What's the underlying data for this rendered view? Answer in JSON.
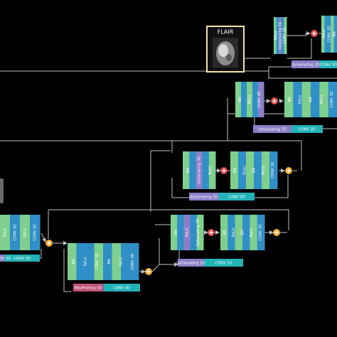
{
  "labels": {
    "bn": "BN",
    "relu": "ReLU",
    "conv": "CONV 3D",
    "upsampling": "UpSampling 3D",
    "maxpooling": "MaxPooling 3D",
    "flair": "FLAIR"
  },
  "colors": {
    "green": "#7fcf8e",
    "blue": "#2f8fc6",
    "purple": "#8a7fc7",
    "teal": "#22b3b8",
    "pink": "#c2547a",
    "plus": "#e04848",
    "add": "#f3a82f",
    "line": "#bfbfbf",
    "flairBorder": "#f3e3a8"
  },
  "blocks": [
    {
      "id": "top-right",
      "seq": [
        "green",
        "blue",
        "purple",
        "blue",
        "green"
      ],
      "text": [
        "relu",
        "upsampling",
        "conv"
      ],
      "cut": false
    },
    {
      "id": "dec-1a",
      "seq": [
        "green",
        "blue",
        "green",
        "blue",
        "purple"
      ],
      "text": [
        "bn",
        "relu",
        "conv"
      ],
      "cut": false
    },
    {
      "id": "dec-1b",
      "seq": [
        "green",
        "blue",
        "blue",
        "green",
        "blue"
      ],
      "text": [
        "relu",
        "conv",
        "bn"
      ],
      "cut": true
    },
    {
      "id": "dec-2a",
      "seq": [
        "green",
        "blue",
        "purple",
        "blue",
        "green"
      ],
      "text": [
        "bn",
        "upsampling",
        "relu"
      ],
      "cut": false
    },
    {
      "id": "dec-2b",
      "seq": [
        "green",
        "blue",
        "green",
        "blue",
        "green",
        "blue"
      ],
      "text": [
        "bn",
        "relu",
        "bn",
        "relu",
        "conv"
      ],
      "cut": false
    },
    {
      "id": "dec-3a",
      "seq": [
        "green",
        "blue",
        "purple",
        "blue",
        "green"
      ],
      "text": [
        "bn",
        "relu",
        "upsampling"
      ],
      "cut": false
    },
    {
      "id": "dec-3b",
      "seq": [
        "green",
        "blue",
        "green",
        "blue",
        "green",
        "blue"
      ],
      "text": [
        "bn",
        "relu",
        "bn",
        "relu",
        "conv"
      ],
      "cut": false
    },
    {
      "id": "enc-left",
      "seq": [
        "green",
        "blue",
        "green",
        "blue"
      ],
      "text": [
        "relu",
        "conv",
        "relu",
        "conv"
      ],
      "cut": false
    },
    {
      "id": "enc-mid",
      "seq": [
        "green",
        "blue",
        "blue",
        "green",
        "blue",
        "green",
        "blue",
        "blue"
      ],
      "text": [
        "bn",
        "relu",
        "conv",
        "bn",
        "relu",
        "conv"
      ],
      "cut": false
    }
  ],
  "bars": [
    {
      "id": "bar-top",
      "left": "upsampling",
      "right": "conv"
    },
    {
      "id": "bar-dec1",
      "left": "upsampling",
      "right": "conv"
    },
    {
      "id": "bar-dec2",
      "left": "upsampling",
      "right": "conv"
    },
    {
      "id": "bar-dec3",
      "left": "upsampling",
      "right": "conv"
    },
    {
      "id": "bar-enc-left",
      "left": "conv",
      "right": "conv"
    },
    {
      "id": "bar-enc-mid",
      "left": "maxpooling",
      "right": "conv"
    }
  ]
}
